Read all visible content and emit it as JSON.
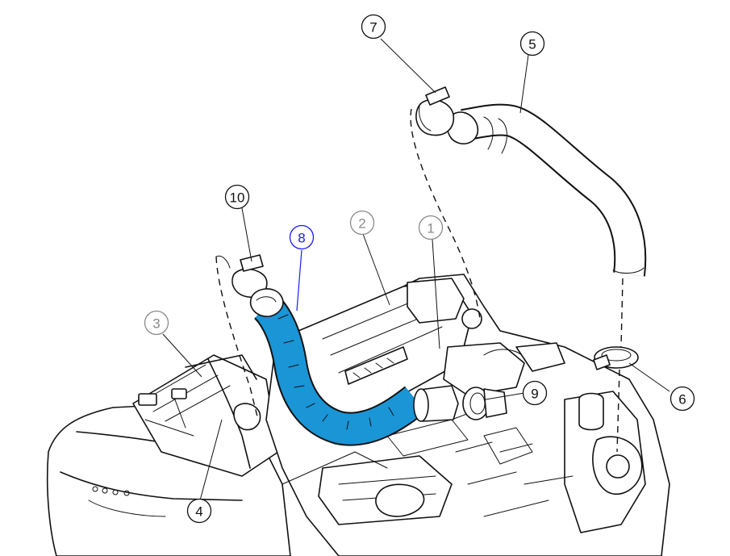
{
  "callouts": [
    {
      "id": "1",
      "label": "1",
      "color": "#8a8a8a"
    },
    {
      "id": "2",
      "label": "2",
      "color": "#8a8a8a"
    },
    {
      "id": "3",
      "label": "3",
      "color": "#8a8a8a"
    },
    {
      "id": "4",
      "label": "4",
      "color": "#111111"
    },
    {
      "id": "5",
      "label": "5",
      "color": "#111111"
    },
    {
      "id": "6",
      "label": "6",
      "color": "#111111"
    },
    {
      "id": "7",
      "label": "7",
      "color": "#111111"
    },
    {
      "id": "8",
      "label": "8",
      "color": "#1a1aff"
    },
    {
      "id": "9",
      "label": "9",
      "color": "#111111"
    },
    {
      "id": "10",
      "label": "10",
      "color": "#111111"
    }
  ],
  "highlight": {
    "part": "8",
    "color": "#1a95d6"
  }
}
